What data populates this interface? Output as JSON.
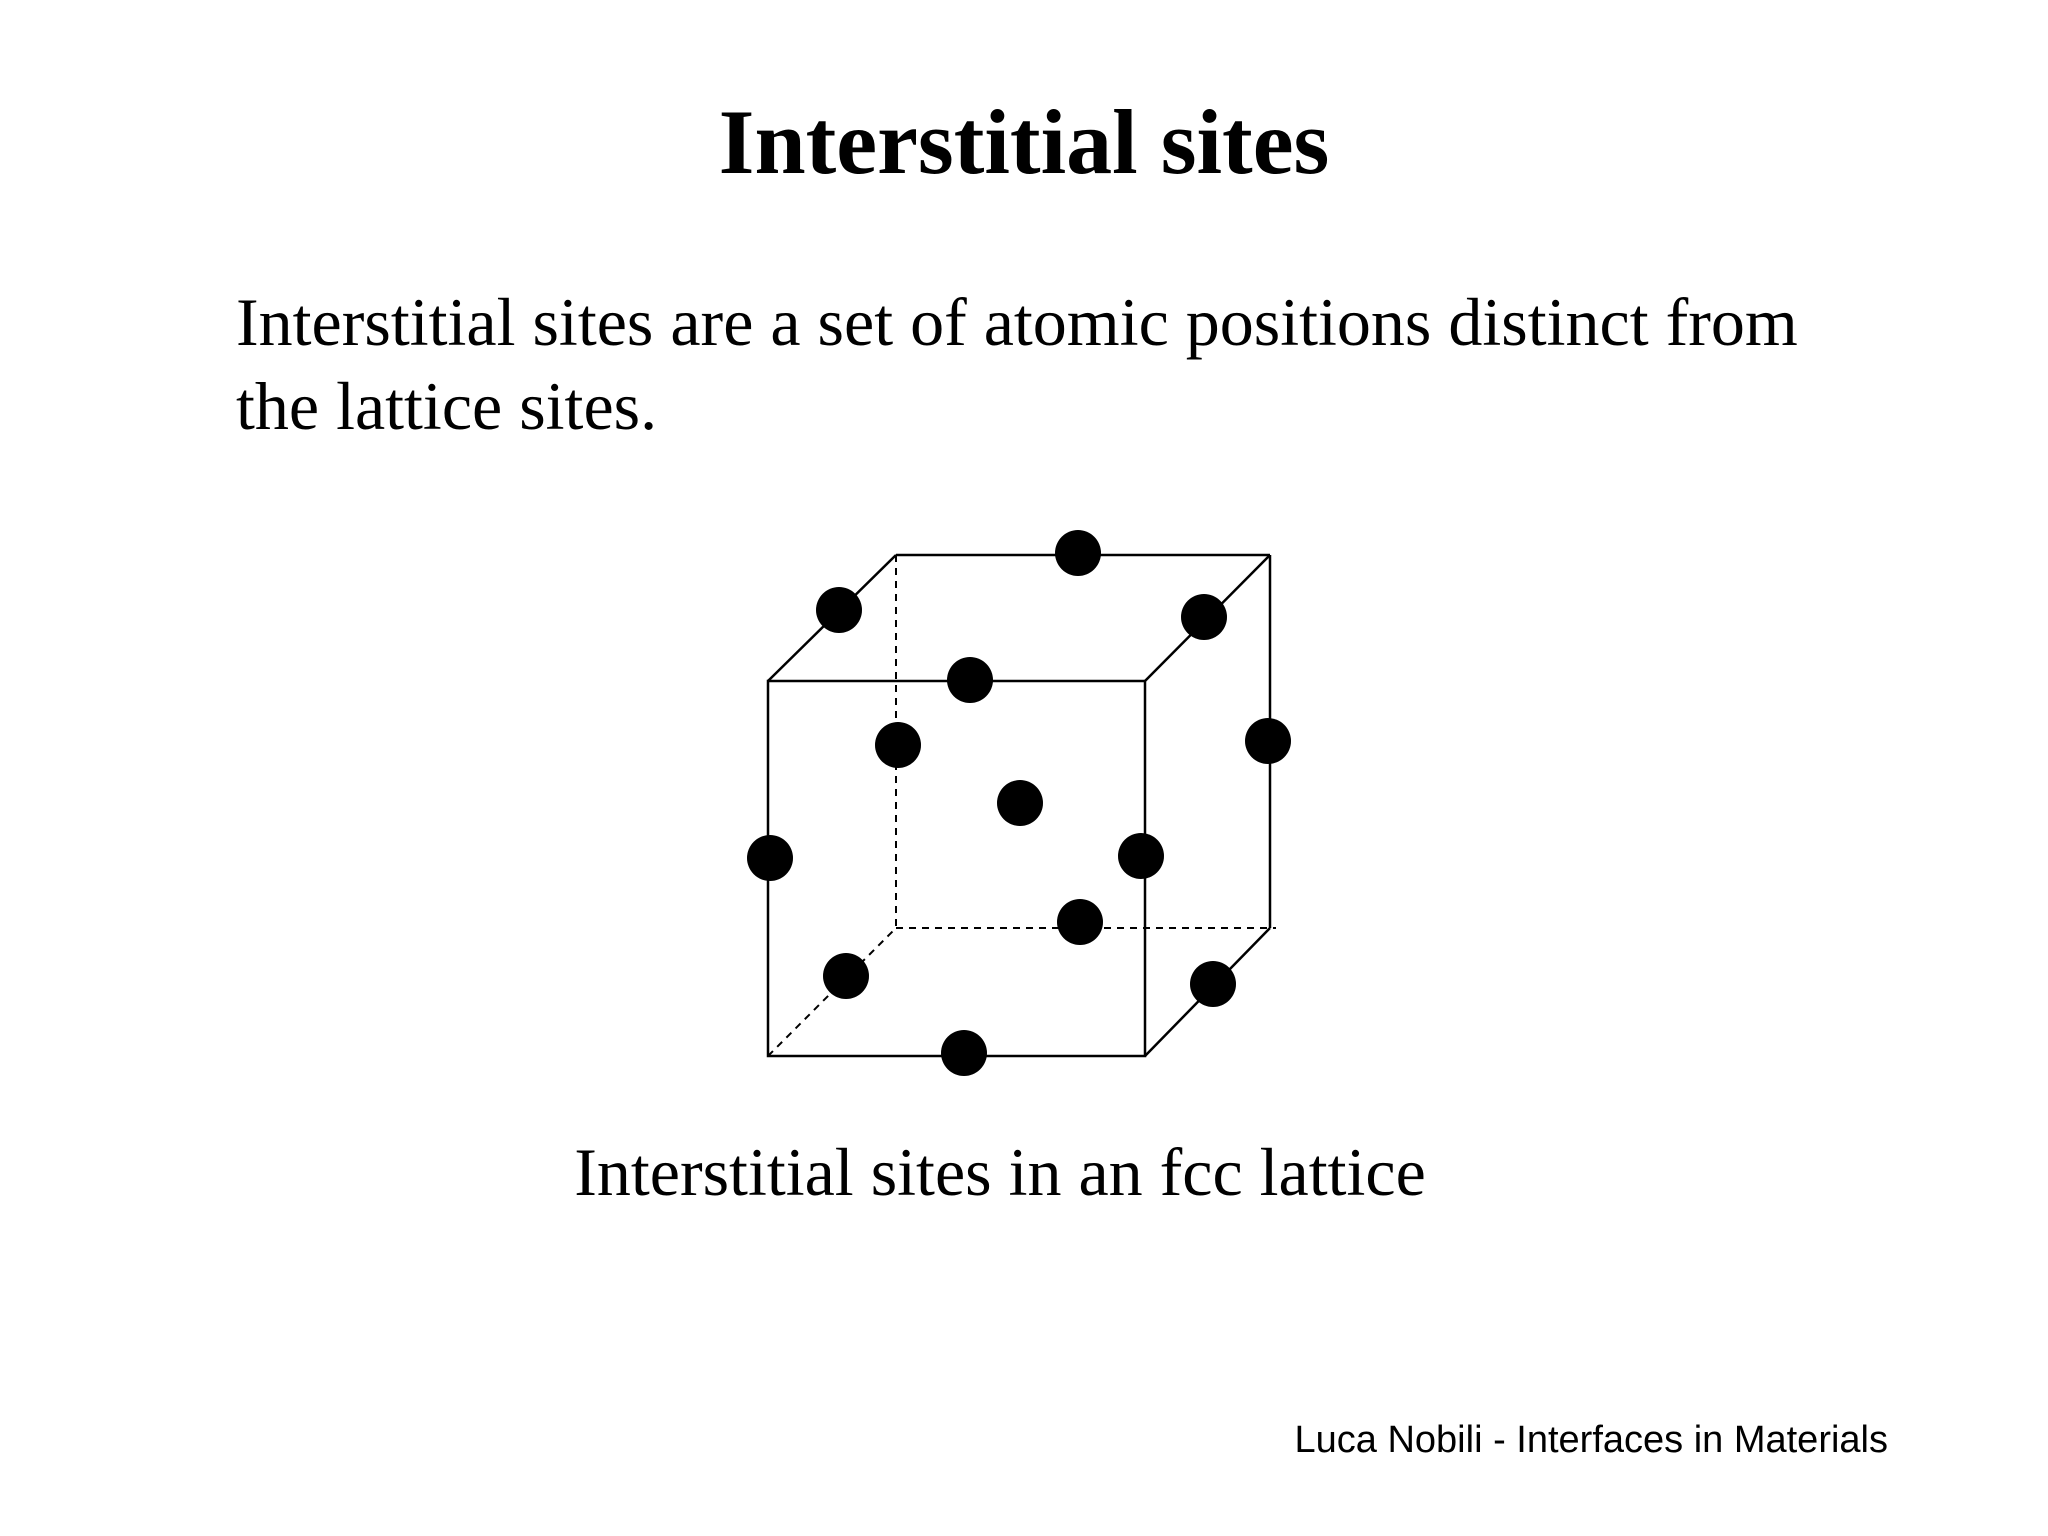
{
  "slide": {
    "title": "Interstitial sites",
    "body": "Interstitial sites are a set of atomic positions distinct from the lattice sites.",
    "caption": "Interstitial sites in an fcc lattice",
    "footer": "Luca Nobili - Interfaces in Materials"
  },
  "diagram": {
    "line_color": "#000000",
    "site_color": "#000000",
    "interstitial_site_count": 13
  }
}
